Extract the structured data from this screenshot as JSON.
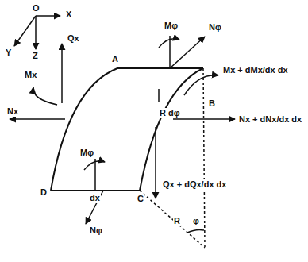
{
  "diagram": {
    "labels": [
      "O",
      "X",
      "Y",
      "Z",
      "Qx",
      "A",
      "Mφ",
      "Nφ",
      "Mx + dMx/dx dx",
      "Mx",
      "B",
      "R dφ",
      "Nx",
      "Nx + dNx/dx dx",
      "Mφ",
      "D",
      "dx",
      "C",
      "Qx + dQx/dx dx",
      "Nφ",
      "φ",
      "R"
    ]
  }
}
